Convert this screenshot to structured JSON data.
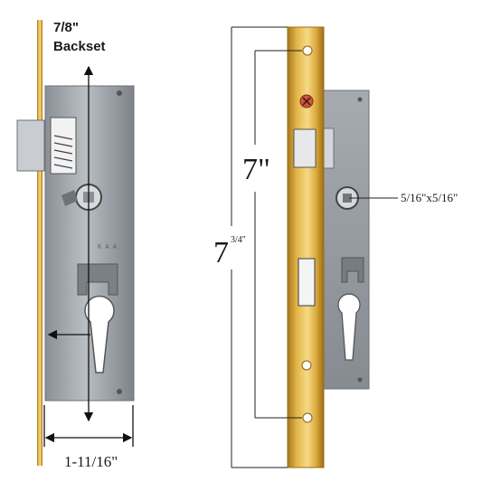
{
  "left_view": {
    "backset_value": "7/8\"",
    "backset_label": "Backset",
    "width_label": "1-11/16\""
  },
  "right_view": {
    "hole_spacing_label": "7\"",
    "overall_length_main": "7",
    "overall_length_fraction": "3/4\"",
    "spindle_size_label": "5/16\"x5/16\""
  },
  "colors": {
    "brass": "#d4a437",
    "brass_light": "#f1d27a",
    "steel": "#9aa0a6",
    "steel_dark": "#6e747a"
  }
}
